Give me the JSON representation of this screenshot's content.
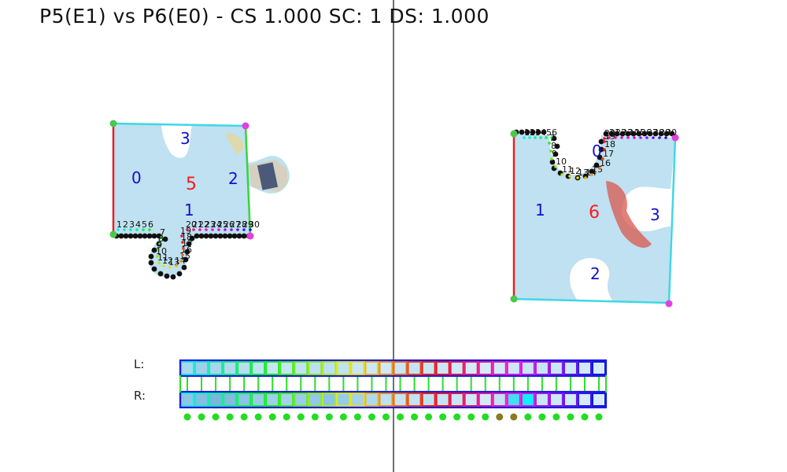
{
  "header": {
    "title": "P5(E1) vs P6(E0) - CS 1.000 SC: 1 DS: 1.000"
  },
  "left_piece": {
    "piece_label": "5",
    "edge_labels": [
      "0",
      "1",
      "2",
      "3"
    ],
    "match_point_labels": [
      "1",
      "2",
      "3",
      "4",
      "5",
      "6",
      "7",
      "8",
      "9",
      "10",
      "11",
      "12",
      "13",
      "14",
      "15",
      "16",
      "17",
      "18",
      "19",
      "20",
      "21",
      "22",
      "23",
      "24",
      "25",
      "26",
      "27",
      "28",
      "29",
      "30"
    ]
  },
  "right_piece": {
    "piece_label": "6",
    "edge_labels": [
      "0",
      "1",
      "2",
      "3"
    ],
    "match_point_labels": [
      "1",
      "2",
      "3",
      "4",
      "5",
      "6",
      "7",
      "8",
      "9",
      "10",
      "11",
      "12",
      "13",
      "14",
      "15",
      "16",
      "17",
      "18",
      "19",
      "20",
      "21",
      "22",
      "23",
      "24",
      "25",
      "26",
      "27",
      "28",
      "29",
      "30"
    ]
  },
  "strip": {
    "left_label": "L:",
    "right_label": "R:",
    "cell_count": 30,
    "dot_count": 30
  },
  "colors": {
    "piece_label": "#ff1a1a",
    "edge_label": "#1010cc",
    "edge_red": "#e8231f",
    "edge_green": "#38d43c",
    "edge_cyan": "#3fd7e5",
    "edge_dark": "#101010",
    "corner_green": "#49c84b",
    "corner_magenta": "#e040e0",
    "divider": "#707070",
    "dot_green": "#22dd22",
    "dot_olive": "#8a7a20",
    "strip_border": "#1a1adc",
    "strip_link": "#2adf2a"
  }
}
